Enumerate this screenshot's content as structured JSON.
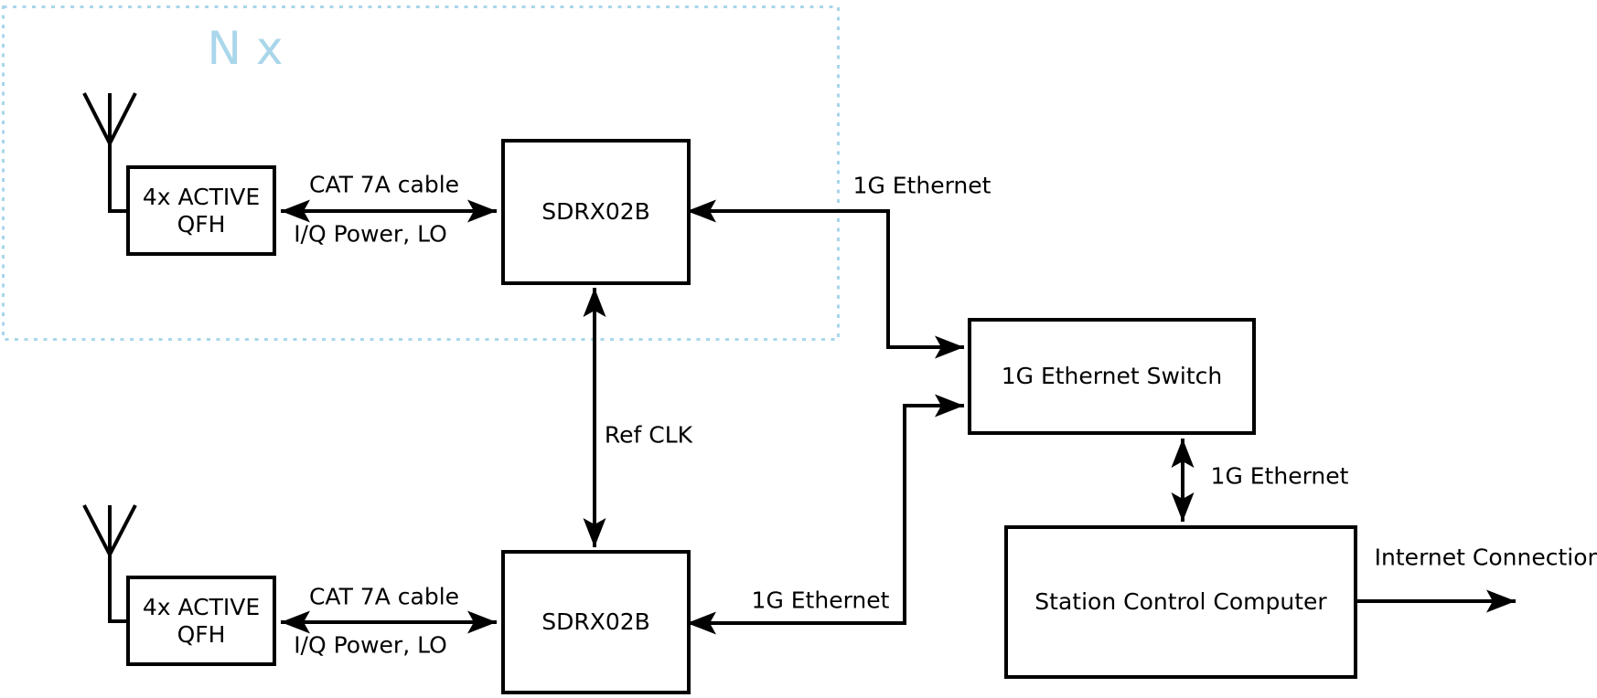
{
  "colors": {
    "accent_blue": "#a9d6ea",
    "line_black": "#000000",
    "background": "#ffffff"
  },
  "replication": {
    "label": "N x"
  },
  "nodes": {
    "qfh_top": {
      "line1": "4x ACTIVE",
      "line2": "QFH"
    },
    "sdrx_top": {
      "label": "SDRX02B"
    },
    "qfh_bottom": {
      "line1": "4x ACTIVE",
      "line2": "QFH"
    },
    "sdrx_bottom": {
      "label": "SDRX02B"
    },
    "ethernet_switch": {
      "label": "1G Ethernet Switch"
    },
    "station_computer": {
      "label": "Station Control Computer"
    }
  },
  "edges": {
    "cat7a_top": {
      "cable": "CAT 7A cable",
      "signals": "I/Q Power, LO"
    },
    "cat7a_bottom": {
      "cable": "CAT 7A cable",
      "signals": "I/Q Power, LO"
    },
    "eth_sdrx_top": {
      "label": "1G Ethernet"
    },
    "eth_sdrx_bottom": {
      "label": "1G Ethernet"
    },
    "eth_switch_computer": {
      "label": "1G Ethernet"
    },
    "ref_clk": {
      "label": "Ref CLK"
    },
    "internet": {
      "label": "Internet Connection"
    }
  }
}
